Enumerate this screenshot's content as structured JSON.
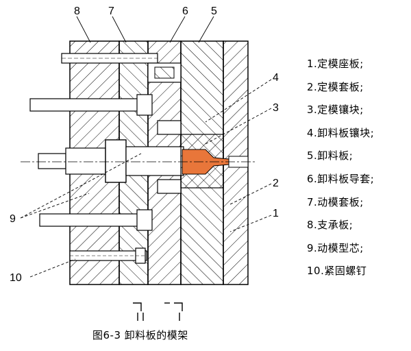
{
  "legend": [
    "1.定模座板;",
    "2.定模套板;",
    "3.定模镶块;",
    "4.卸料板镶块;",
    "5.卸料板;",
    "6.卸料板导套;",
    "7.动模套板;",
    "8.支承板;",
    "9.动模型芯;",
    "10.紧固螺钉"
  ],
  "callouts": [
    "8",
    "7",
    "6",
    "5",
    "4",
    "3",
    "2",
    "1",
    "9",
    "10"
  ],
  "caption": "图6-3 卸料板的模架",
  "colors": {
    "line": "#000000",
    "part_fill": "#ffffff",
    "part_highlight": "#e8763a"
  }
}
